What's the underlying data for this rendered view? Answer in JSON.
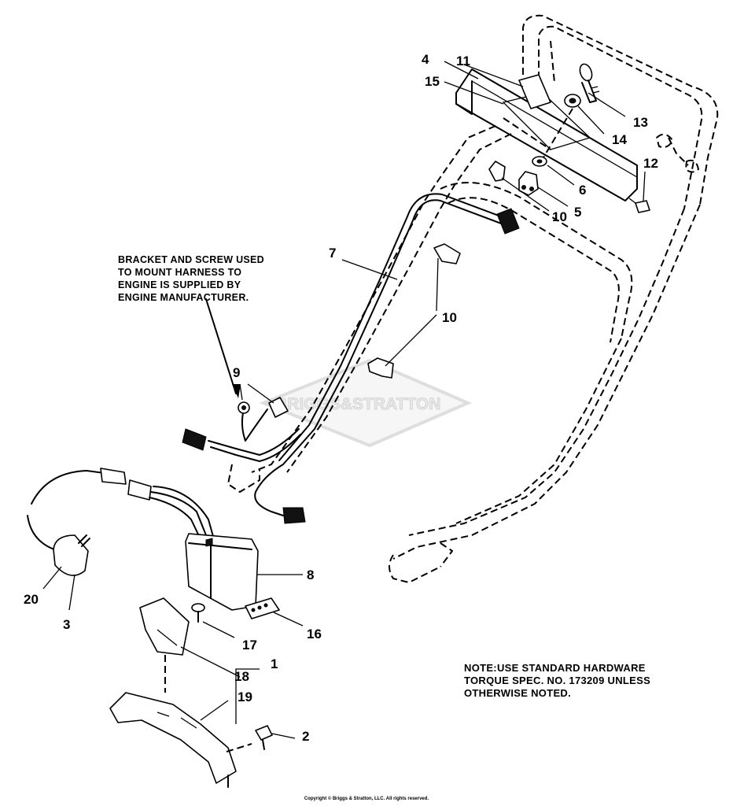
{
  "watermark": "BRIGGS&STRATTON",
  "callouts": [
    {
      "id": "c4",
      "label": "4"
    },
    {
      "id": "c11",
      "label": "11"
    },
    {
      "id": "c15",
      "label": "15"
    },
    {
      "id": "c13",
      "label": "13"
    },
    {
      "id": "c14",
      "label": "14"
    },
    {
      "id": "c12",
      "label": "12"
    },
    {
      "id": "c6",
      "label": "6"
    },
    {
      "id": "c5",
      "label": "5"
    },
    {
      "id": "c10a",
      "label": "10"
    },
    {
      "id": "c7",
      "label": "7"
    },
    {
      "id": "c10b",
      "label": "10"
    },
    {
      "id": "c9",
      "label": "9"
    },
    {
      "id": "c8",
      "label": "8"
    },
    {
      "id": "c16",
      "label": "16"
    },
    {
      "id": "c17",
      "label": "17"
    },
    {
      "id": "c1",
      "label": "1"
    },
    {
      "id": "c18",
      "label": "18"
    },
    {
      "id": "c19",
      "label": "19"
    },
    {
      "id": "c2",
      "label": "2"
    },
    {
      "id": "c20",
      "label": "20"
    },
    {
      "id": "c3",
      "label": "3"
    }
  ],
  "bracket_note": {
    "lines": [
      "BRACKET AND SCREW USED",
      "TO MOUNT HARNESS TO",
      "ENGINE IS SUPPLIED BY",
      "ENGINE MANUFACTURER."
    ]
  },
  "hardware_note": {
    "lines": [
      "NOTE:USE STANDARD HARDWARE",
      "TORQUE SPEC. NO. 173209 UNLESS",
      "OTHERWISE NOTED."
    ]
  },
  "copyright": "Copyright © Briggs & Stratton, LLC. All rights reserved."
}
